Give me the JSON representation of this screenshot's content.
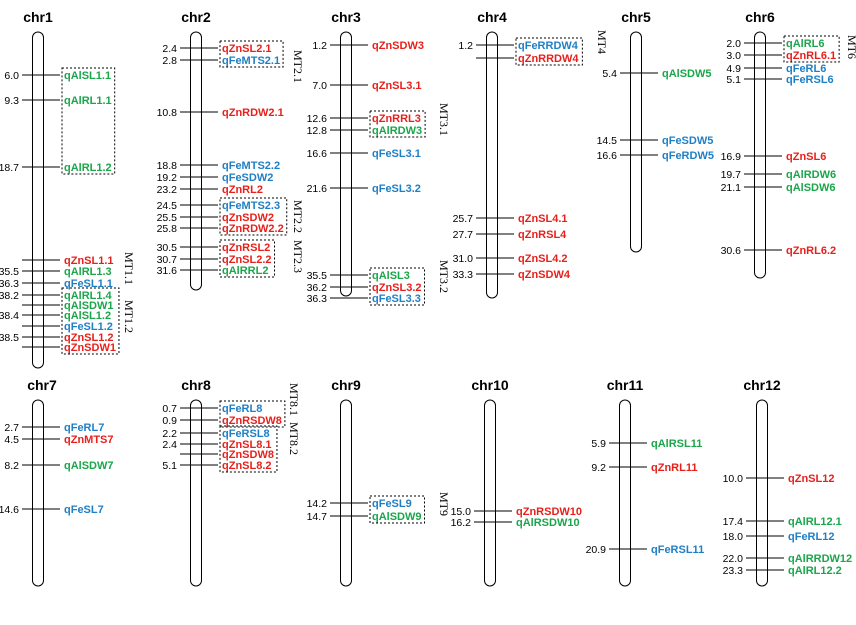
{
  "colors": {
    "zinc": "#e8201c",
    "iron": "#1f7fc5",
    "aluminum": "#1aa64a"
  },
  "chromosomes": [
    {
      "name": "chr1",
      "qtls": [
        {
          "pos": "6.0",
          "name": "qAlSL1.1",
          "c": "aluminum"
        },
        {
          "pos": "9.3",
          "name": "qAlRL1.1",
          "c": "aluminum"
        },
        {
          "pos": "18.7",
          "name": "qAlRL1.2",
          "c": "aluminum"
        },
        {
          "pos": "",
          "name": "qZnSL1.1",
          "c": "zinc"
        },
        {
          "pos": "35.5",
          "name": "qAlRL1.3",
          "c": "aluminum"
        },
        {
          "pos": "36.3",
          "name": "qFeSL1.1",
          "c": "iron"
        },
        {
          "pos": "38.2",
          "name": "qAlRL1.4",
          "c": "aluminum"
        },
        {
          "pos": "",
          "name": "qAlSDW1",
          "c": "aluminum"
        },
        {
          "pos": "38.4",
          "name": "qAlSL1.2",
          "c": "aluminum"
        },
        {
          "pos": "",
          "name": "qFeSL1.2",
          "c": "iron"
        },
        {
          "pos": "38.5",
          "name": "qZnSL1.2",
          "c": "zinc"
        },
        {
          "pos": "",
          "name": "qZnSDW1",
          "c": "zinc"
        }
      ],
      "mts": [
        {
          "label": "MT1.1"
        },
        {
          "label": "MT1.2"
        }
      ]
    },
    {
      "name": "chr2",
      "qtls": [
        {
          "pos": "2.4",
          "name": "qZnSL2.1",
          "c": "zinc"
        },
        {
          "pos": "2.8",
          "name": "qFeMTS2.1",
          "c": "iron"
        },
        {
          "pos": "10.8",
          "name": "qZnRDW2.1",
          "c": "zinc"
        },
        {
          "pos": "18.8",
          "name": "qFeMTS2.2",
          "c": "iron"
        },
        {
          "pos": "19.2",
          "name": "qFeSDW2",
          "c": "iron"
        },
        {
          "pos": "23.2",
          "name": "qZnRL2",
          "c": "zinc"
        },
        {
          "pos": "24.5",
          "name": "qFeMTS2.3",
          "c": "iron"
        },
        {
          "pos": "25.5",
          "name": "qZnSDW2",
          "c": "zinc"
        },
        {
          "pos": "25.8",
          "name": "qZnRDW2.2",
          "c": "zinc"
        },
        {
          "pos": "30.5",
          "name": "qZnRSL2",
          "c": "zinc"
        },
        {
          "pos": "30.7",
          "name": "qZnSL2.2",
          "c": "zinc"
        },
        {
          "pos": "31.6",
          "name": "qAlRRL2",
          "c": "aluminum"
        }
      ],
      "mts": [
        {
          "label": "MT2.1"
        },
        {
          "label": "MT2.2"
        },
        {
          "label": "MT2.3"
        }
      ]
    },
    {
      "name": "chr3",
      "qtls": [
        {
          "pos": "1.2",
          "name": "qZnSDW3",
          "c": "zinc"
        },
        {
          "pos": "7.0",
          "name": "qZnSL3.1",
          "c": "zinc"
        },
        {
          "pos": "12.6",
          "name": "qZnRRL3",
          "c": "zinc"
        },
        {
          "pos": "12.8",
          "name": "qAlRDW3",
          "c": "aluminum"
        },
        {
          "pos": "16.6",
          "name": "qFeSL3.1",
          "c": "iron"
        },
        {
          "pos": "21.6",
          "name": "qFeSL3.2",
          "c": "iron"
        },
        {
          "pos": "35.5",
          "name": "qAlSL3",
          "c": "aluminum"
        },
        {
          "pos": "36.2",
          "name": "qZnSL3.2",
          "c": "zinc"
        },
        {
          "pos": "36.3",
          "name": "qFeSL3.3",
          "c": "iron"
        }
      ],
      "mts": [
        {
          "label": "MT3.1"
        },
        {
          "label": "MT3.2"
        }
      ]
    },
    {
      "name": "chr4",
      "qtls": [
        {
          "pos": "1.2",
          "name": "qFeRRDW4",
          "c": "iron"
        },
        {
          "pos": "",
          "name": "qZnRRDW4",
          "c": "zinc"
        },
        {
          "pos": "25.7",
          "name": "qZnSL4.1",
          "c": "zinc"
        },
        {
          "pos": "27.7",
          "name": "qZnRSL4",
          "c": "zinc"
        },
        {
          "pos": "31.0",
          "name": "qZnSL4.2",
          "c": "zinc"
        },
        {
          "pos": "33.3",
          "name": "qZnSDW4",
          "c": "zinc"
        }
      ],
      "mts": [
        {
          "label": "MT4"
        }
      ]
    },
    {
      "name": "chr5",
      "qtls": [
        {
          "pos": "5.4",
          "name": "qAlSDW5",
          "c": "aluminum"
        },
        {
          "pos": "14.5",
          "name": "qFeSDW5",
          "c": "iron"
        },
        {
          "pos": "16.6",
          "name": "qFeRDW5",
          "c": "iron"
        }
      ],
      "mts": []
    },
    {
      "name": "chr6",
      "qtls": [
        {
          "pos": "2.0",
          "name": "qAlRL6",
          "c": "aluminum"
        },
        {
          "pos": "3.0",
          "name": "qZnRL6.1",
          "c": "zinc"
        },
        {
          "pos": "4.9",
          "name": "qFeRL6",
          "c": "iron"
        },
        {
          "pos": "5.1",
          "name": "qFeRSL6",
          "c": "iron"
        },
        {
          "pos": "16.9",
          "name": "qZnSL6",
          "c": "zinc"
        },
        {
          "pos": "19.7",
          "name": "qAlRDW6",
          "c": "aluminum"
        },
        {
          "pos": "21.1",
          "name": "qAlSDW6",
          "c": "aluminum"
        },
        {
          "pos": "30.6",
          "name": "qZnRL6.2",
          "c": "zinc"
        }
      ],
      "mts": [
        {
          "label": "MT6"
        }
      ]
    },
    {
      "name": "chr7",
      "qtls": [
        {
          "pos": "2.7",
          "name": "qFeRL7",
          "c": "iron"
        },
        {
          "pos": "4.5",
          "name": "qZnMTS7",
          "c": "zinc"
        },
        {
          "pos": "8.2",
          "name": "qAlSDW7",
          "c": "aluminum"
        },
        {
          "pos": "14.6",
          "name": "qFeSL7",
          "c": "iron"
        }
      ],
      "mts": []
    },
    {
      "name": "chr8",
      "qtls": [
        {
          "pos": "0.7",
          "name": "qFeRL8",
          "c": "iron"
        },
        {
          "pos": "0.9",
          "name": "qZnRSDW8",
          "c": "zinc"
        },
        {
          "pos": "2.2",
          "name": "qFeRSL8",
          "c": "iron"
        },
        {
          "pos": "2.4",
          "name": "qZnSL8.1",
          "c": "zinc"
        },
        {
          "pos": "",
          "name": "qZnSDW8",
          "c": "zinc"
        },
        {
          "pos": "5.1",
          "name": "qZnSL8.2",
          "c": "zinc"
        }
      ],
      "mts": [
        {
          "label": "MT8.1"
        },
        {
          "label": "MT8.2"
        }
      ]
    },
    {
      "name": "chr9",
      "qtls": [
        {
          "pos": "14.2",
          "name": "qFeSL9",
          "c": "iron"
        },
        {
          "pos": "14.7",
          "name": "qAlSDW9",
          "c": "aluminum"
        }
      ],
      "mts": [
        {
          "label": "MT9"
        }
      ]
    },
    {
      "name": "chr10",
      "qtls": [
        {
          "pos": "15.0",
          "name": "qZnRSDW10",
          "c": "zinc"
        },
        {
          "pos": "16.2",
          "name": "qAlRSDW10",
          "c": "aluminum"
        }
      ],
      "mts": []
    },
    {
      "name": "chr11",
      "qtls": [
        {
          "pos": "5.9",
          "name": "qAlRSL11",
          "c": "aluminum"
        },
        {
          "pos": "9.2",
          "name": "qZnRL11",
          "c": "zinc"
        },
        {
          "pos": "20.9",
          "name": "qFeRSL11",
          "c": "iron"
        }
      ],
      "mts": []
    },
    {
      "name": "chr12",
      "qtls": [
        {
          "pos": "10.0",
          "name": "qZnSL12",
          "c": "zinc"
        },
        {
          "pos": "17.4",
          "name": "qAlRL12.1",
          "c": "aluminum"
        },
        {
          "pos": "18.0",
          "name": "qFeRL12",
          "c": "iron"
        },
        {
          "pos": "22.0",
          "name": "qAlRRDW12",
          "c": "aluminum"
        },
        {
          "pos": "23.3",
          "name": "qAlRL12.2",
          "c": "aluminum"
        }
      ],
      "mts": []
    }
  ]
}
